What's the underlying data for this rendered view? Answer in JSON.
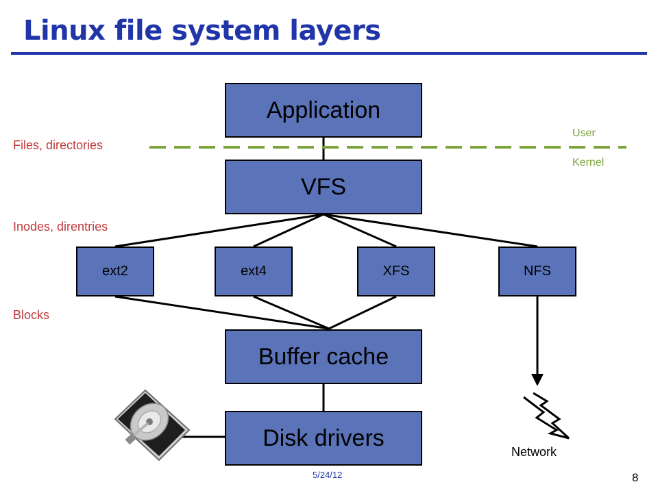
{
  "slide": {
    "title": "Linux file system layers",
    "footer_date": "5/24/12",
    "page_number": "8"
  },
  "layers": {
    "application": "Application",
    "vfs": "VFS",
    "filesystems": [
      "ext2",
      "ext4",
      "XFS",
      "NFS"
    ],
    "buffer_cache": "Buffer cache",
    "disk_drivers": "Disk drivers"
  },
  "annotations": {
    "files_directories": "Files, directories",
    "inodes_direntries": "Inodes, direntries",
    "blocks": "Blocks",
    "user": "User",
    "kernel": "Kernel",
    "network": "Network"
  },
  "colors": {
    "title": "#1f35a8",
    "box_fill": "#5b74b9",
    "side_labels": "#c0393b",
    "user_kernel_boundary": "#7aa33a"
  },
  "icons": {
    "disk": "hard-disk-icon",
    "network": "lightning-bolt-icon"
  }
}
